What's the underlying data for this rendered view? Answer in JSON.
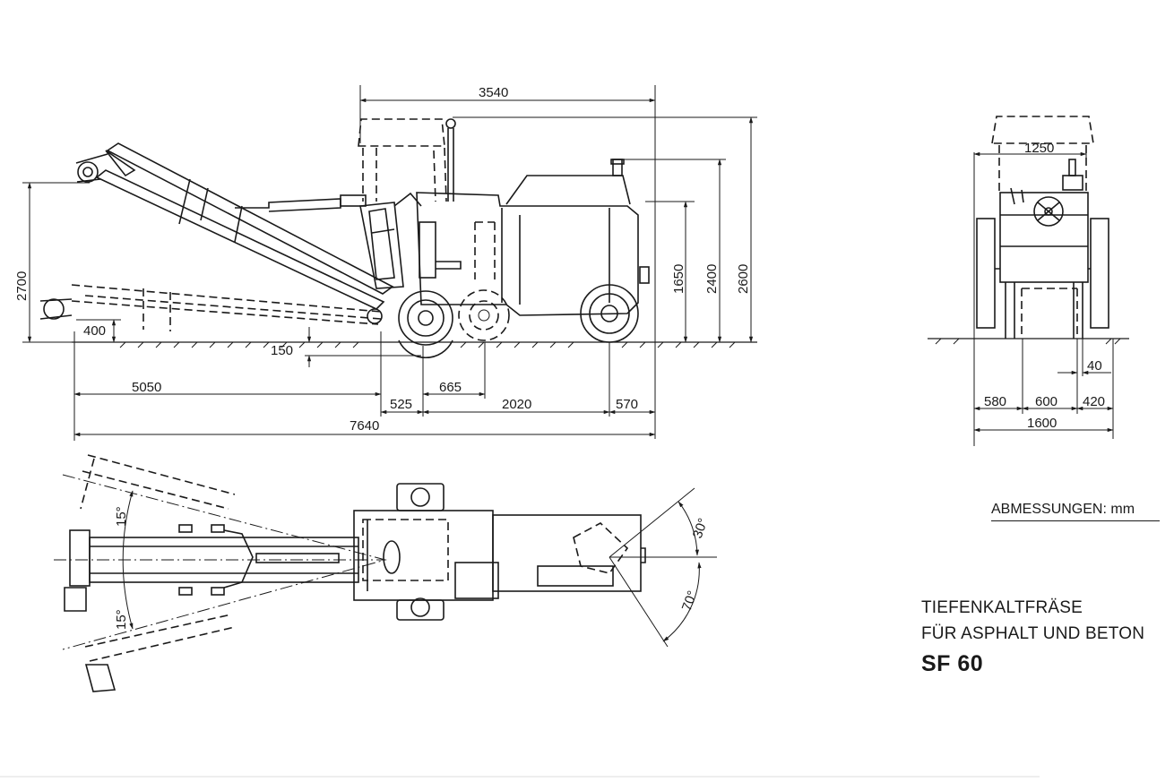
{
  "side_view_dims": {
    "overall_length": "7640",
    "boom_reach": "5050",
    "length_top": "3540",
    "front_overhang": "525",
    "axle_offset": "665",
    "wheelbase": "2020",
    "rear_overhang": "570",
    "boom_height_raised": "2700",
    "boom_height_lowered": "400",
    "milling_depth": "150",
    "height_hood": "1650",
    "height_exhaust": "2400",
    "height_roof": "2600"
  },
  "front_view_dims": {
    "roof_width": "1250",
    "overall_width": "1600",
    "left_offset": "580",
    "drum_width": "600",
    "right_offset": "420",
    "edge_gap": "40"
  },
  "plan_view_angles": {
    "boom_swing_left": "15°",
    "boom_swing_right": "15°",
    "steer_angle_small": "30°",
    "steer_angle_large": "70°"
  },
  "units_label": "ABMESSUNGEN: mm",
  "caption": {
    "line1": "TIEFENKALTFRÄSE",
    "line2": "FÜR ASPHALT UND BETON",
    "model": "SF 60"
  }
}
